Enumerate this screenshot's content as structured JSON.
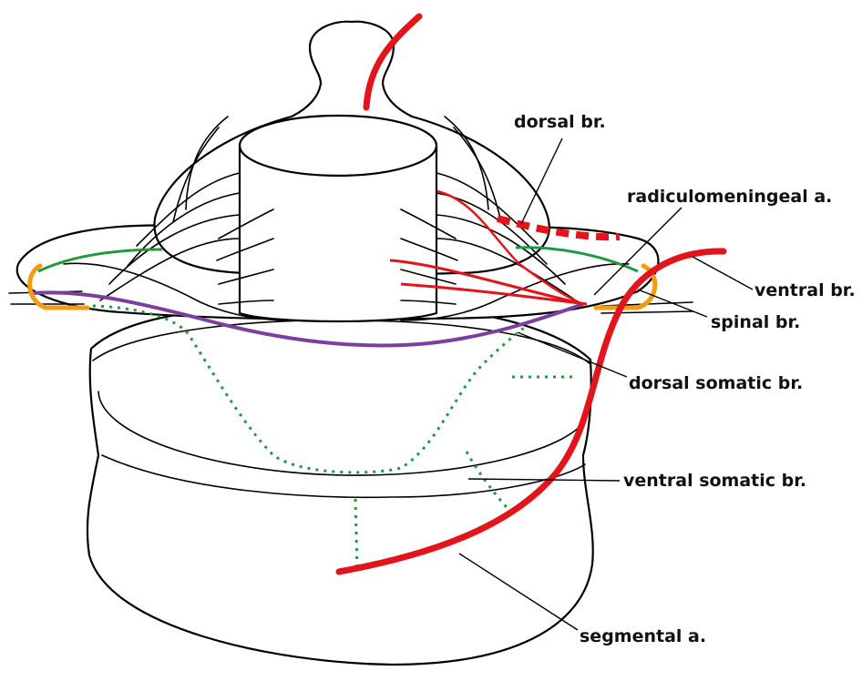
{
  "colors": {
    "artery": "#e3141b",
    "green_branch": "#1f9a3e",
    "purple_branch": "#7b3f9e",
    "orange_clip": "#f39c12",
    "outline": "#000000"
  },
  "labels": {
    "dorsal_br": "dorsal br.",
    "radiculomeningeal": "radiculomeningeal a.",
    "ventral_br": "ventral br.",
    "spinal_br": "spinal br.",
    "dorsal_somatic": "dorsal somatic br.",
    "ventral_somatic": "ventral somatic br.",
    "segmental": "segmental a."
  }
}
